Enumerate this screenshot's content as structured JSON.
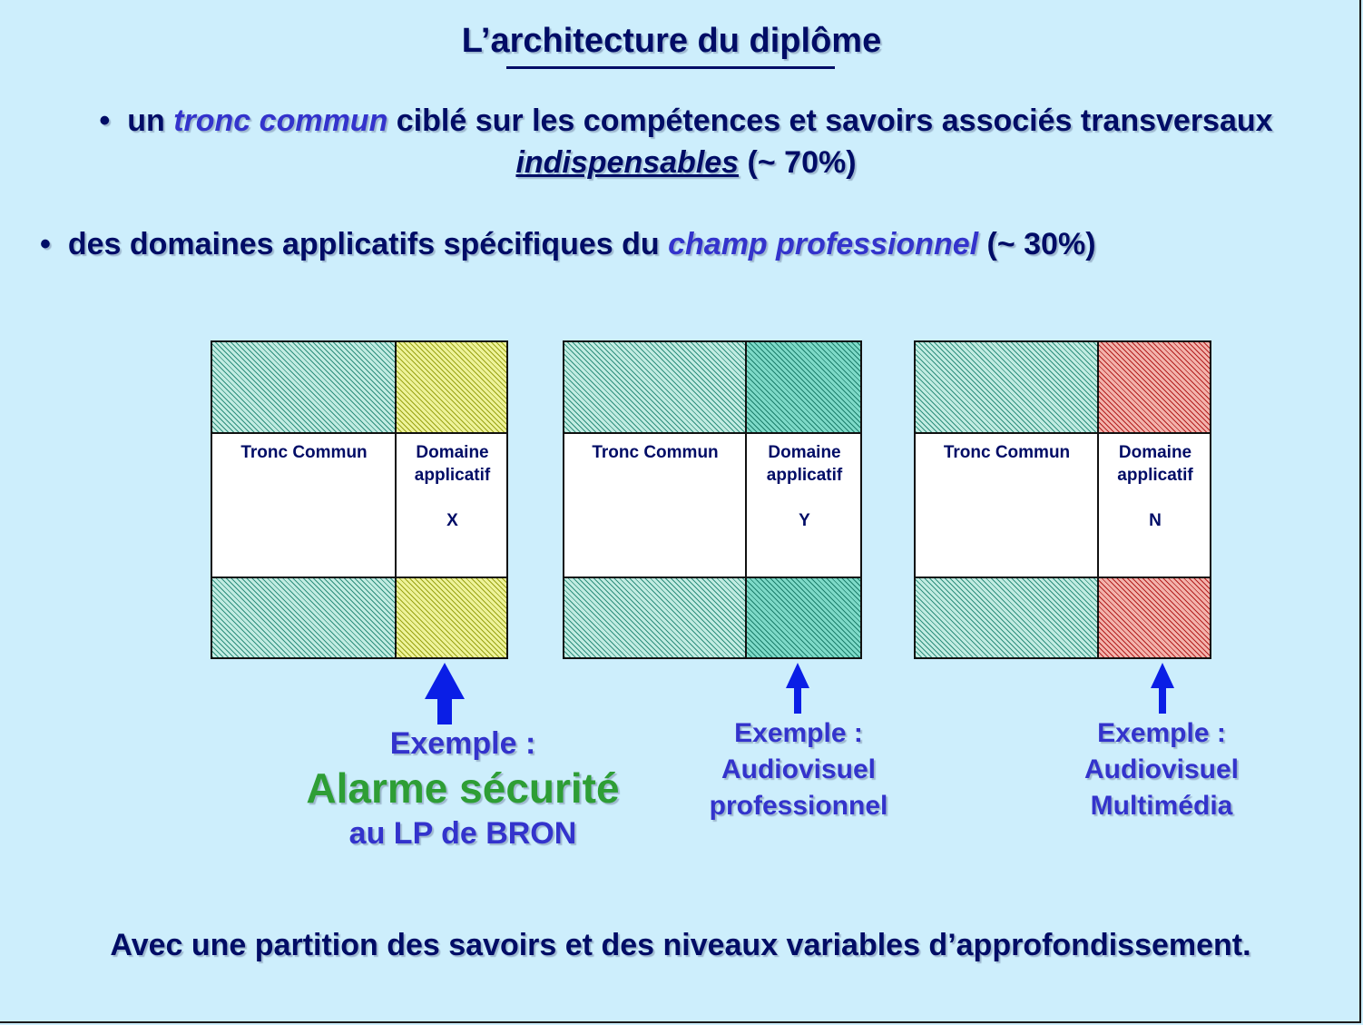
{
  "title": "L’architecture du diplôme",
  "bullets": {
    "b1": {
      "marker": "•",
      "pre": "un ",
      "highlight": "tronc commun",
      "post": " ciblé sur les compétences et savoirs associés transversaux",
      "underline": "indispensables",
      "tail": " (~ 70%)"
    },
    "b2": {
      "marker": "•",
      "pre": "des domaines applicatifs  spécifiques du ",
      "highlight": "champ professionnel",
      "tail": " (~ 30%)"
    }
  },
  "blocks": [
    {
      "tronc": "Tronc Commun",
      "domaine_l1": "Domaine",
      "domaine_l2": "applicatif",
      "letter": "X"
    },
    {
      "tronc": "Tronc Commun",
      "domaine_l1": "Domaine",
      "domaine_l2": "applicatif",
      "letter": "Y"
    },
    {
      "tronc": "Tronc Commun",
      "domaine_l1": "Domaine",
      "domaine_l2": "applicatif",
      "letter": "N"
    }
  ],
  "examples": [
    {
      "l1": "Exemple :",
      "l2": "Alarme sécurité",
      "l3": "au LP de BRON"
    },
    {
      "l1": "Exemple :",
      "l2": "Audiovisuel",
      "l3": "professionnel"
    },
    {
      "l1": "Exemple :",
      "l2": "Audiovisuel",
      "l3": "Multimédia"
    }
  ],
  "footer": "Avec une partition des savoirs et des niveaux  variables d’approfondissement.",
  "colors": {
    "background": "#cdeefc",
    "navy_text": "#000c66",
    "accent_blue": "#3333cc",
    "green": "#2e9e35",
    "arrow_blue": "#0a1ee6",
    "hatch_teal": "#2f8f7d",
    "hatch_yellow": "#9aa315",
    "hatch_red": "#b32020"
  }
}
